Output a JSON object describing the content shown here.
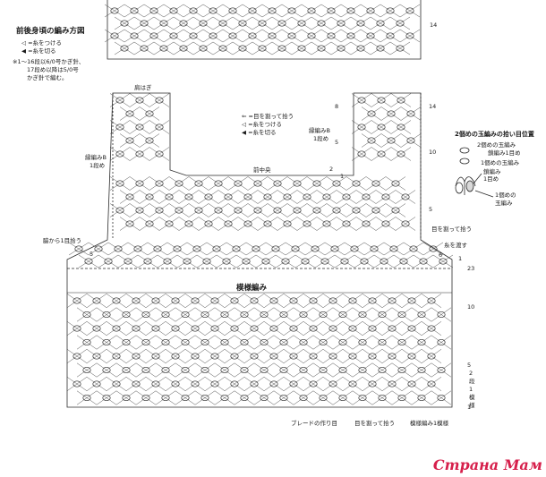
{
  "title": "前後身頃の編み方図",
  "legend_left": {
    "attach": "◁ =糸をつける",
    "cut": "◀ =糸を切る",
    "note": [
      "※1～16段以6/0号かぎ針、",
      "17段め以降は5/0号",
      "かぎ針で編む。"
    ]
  },
  "legend_mid": {
    "skip": "⇐ =目を割って拾う",
    "attach": "◁ =糸をつける",
    "cut": "◀ =糸を切る"
  },
  "side_note": {
    "title": "2個めの玉編みの拾い目位置",
    "lines": [
      "2個めの玉編み",
      "鎖編み1目め",
      "1個めの玉編み",
      "鎖編み",
      "1目め",
      "1個めの",
      "玉編み"
    ]
  },
  "labels": {
    "shoulder": "肩はぎ",
    "neck_b_left": [
      "縁編みB",
      "1段め"
    ],
    "neck_b_right": [
      "縁編みB",
      "1段め"
    ],
    "front_center": "前中央",
    "side_pick": "脇から1目拾う",
    "pattern": "模様編み",
    "braid": "ブレードの作り目",
    "pick_split": "目を割って拾う",
    "pick_split_right": "目を割って拾う",
    "carry_yarn": "糸を渡す",
    "repeat": "模様編み1模様",
    "repeat_side": "2段1模様"
  },
  "row_numbers": {
    "top": "14",
    "right_14": "14",
    "right_10": "10",
    "right_5a": "5",
    "right_8": "8",
    "right_5b": "5",
    "right_2": "2",
    "right_1a": "1",
    "left_5": "5",
    "right_6": "6",
    "right_1b": "1",
    "right_23": "23",
    "right_10b": "10",
    "right_5c": "5",
    "right_1c": "1"
  },
  "watermark": "Страна Мам"
}
